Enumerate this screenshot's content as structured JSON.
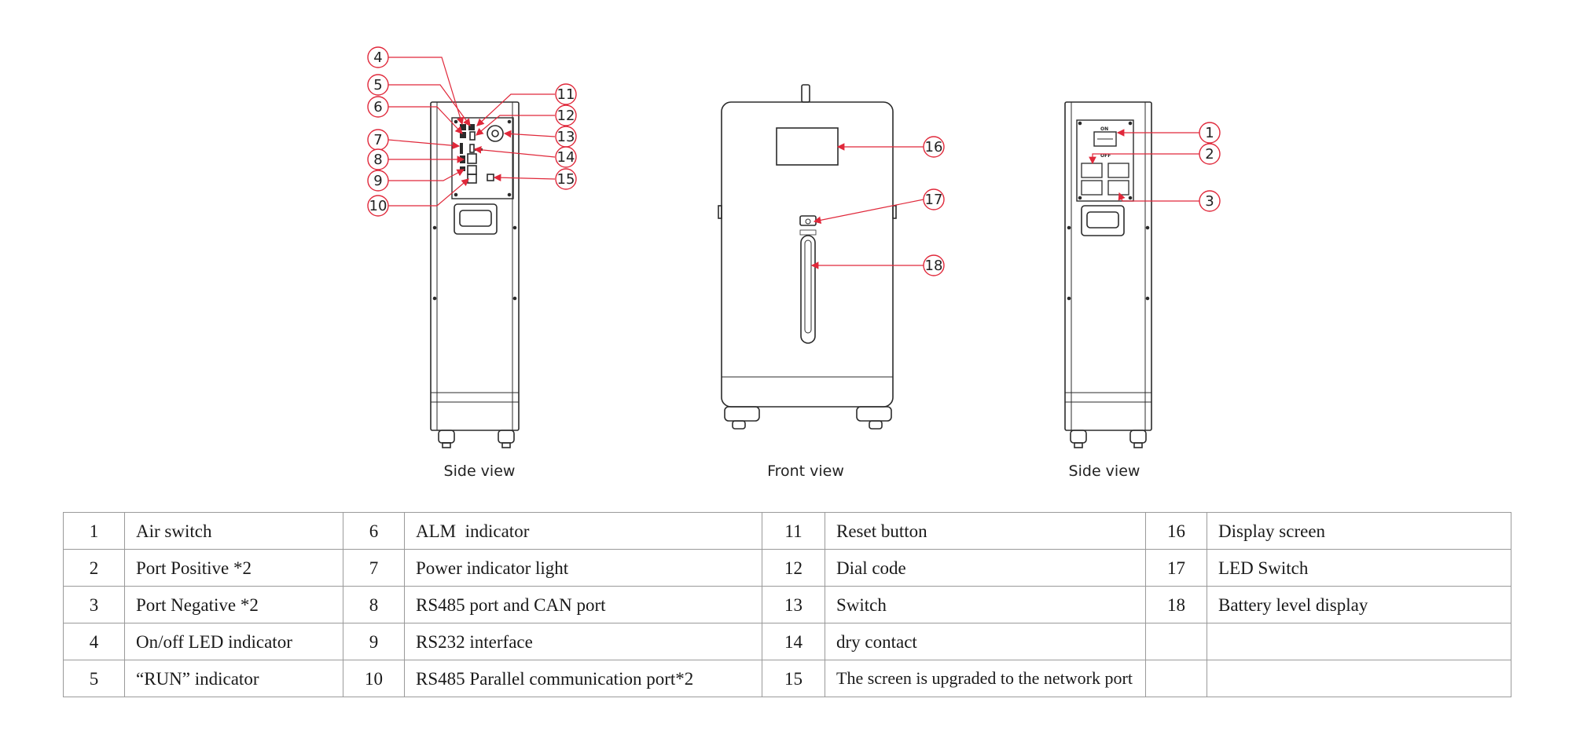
{
  "views": {
    "left": "Side view",
    "front": "Front view",
    "right": "Side view"
  },
  "panel_marks": {
    "on": "ON",
    "off": "OFF"
  },
  "callouts": [
    {
      "num": "1",
      "label": "Air switch"
    },
    {
      "num": "2",
      "label": "Port Positive *2"
    },
    {
      "num": "3",
      "label": "Port Negative *2"
    },
    {
      "num": "4",
      "label": "On/off LED indicator"
    },
    {
      "num": "5",
      "label": "“RUN” indicator"
    },
    {
      "num": "6",
      "label": "ALM  indicator"
    },
    {
      "num": "7",
      "label": "Power indicator light"
    },
    {
      "num": "8",
      "label": "RS485 port and CAN port"
    },
    {
      "num": "9",
      "label": "RS232 interface"
    },
    {
      "num": "10",
      "label": "RS485 Parallel communication port*2"
    },
    {
      "num": "11",
      "label": "Reset button"
    },
    {
      "num": "12",
      "label": "Dial code"
    },
    {
      "num": "13",
      "label": "Switch"
    },
    {
      "num": "14",
      "label": "dry contact"
    },
    {
      "num": "15",
      "label": "The screen is upgraded to the network port"
    },
    {
      "num": "16",
      "label": "Display screen"
    },
    {
      "num": "17",
      "label": "LED Switch"
    },
    {
      "num": "18",
      "label": "Battery level display"
    }
  ],
  "colors": {
    "callout": "#e0283a",
    "outline": "#2b2b2b"
  }
}
